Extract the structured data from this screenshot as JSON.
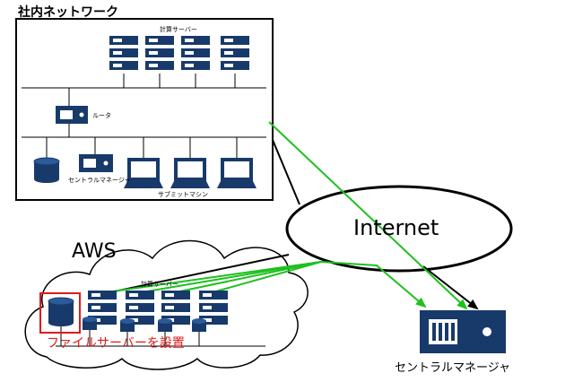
{
  "network": {
    "title": "社内ネットワーク",
    "compute_servers_label": "計算サーバー",
    "router_label": "ルータ",
    "central_manager_label": "セントラルマネージャ",
    "submit_machines_label": "サブミットマシン"
  },
  "internet": {
    "label": "Internet"
  },
  "aws": {
    "title": "AWS",
    "compute_servers_label": "計算サーバー",
    "file_server_note": "ファイルサーバーを設置"
  },
  "remote": {
    "central_manager_label": "セントラルマネージャ"
  },
  "colors": {
    "navy": "#183a6b",
    "accent_green": "#1ec01e",
    "highlight_red": "#e01a1a",
    "line": "#000000"
  },
  "icons": {
    "server": "rack-server-icon",
    "database": "database-cylinder-icon",
    "monitor": "monitor-icon",
    "router": "router-icon"
  }
}
